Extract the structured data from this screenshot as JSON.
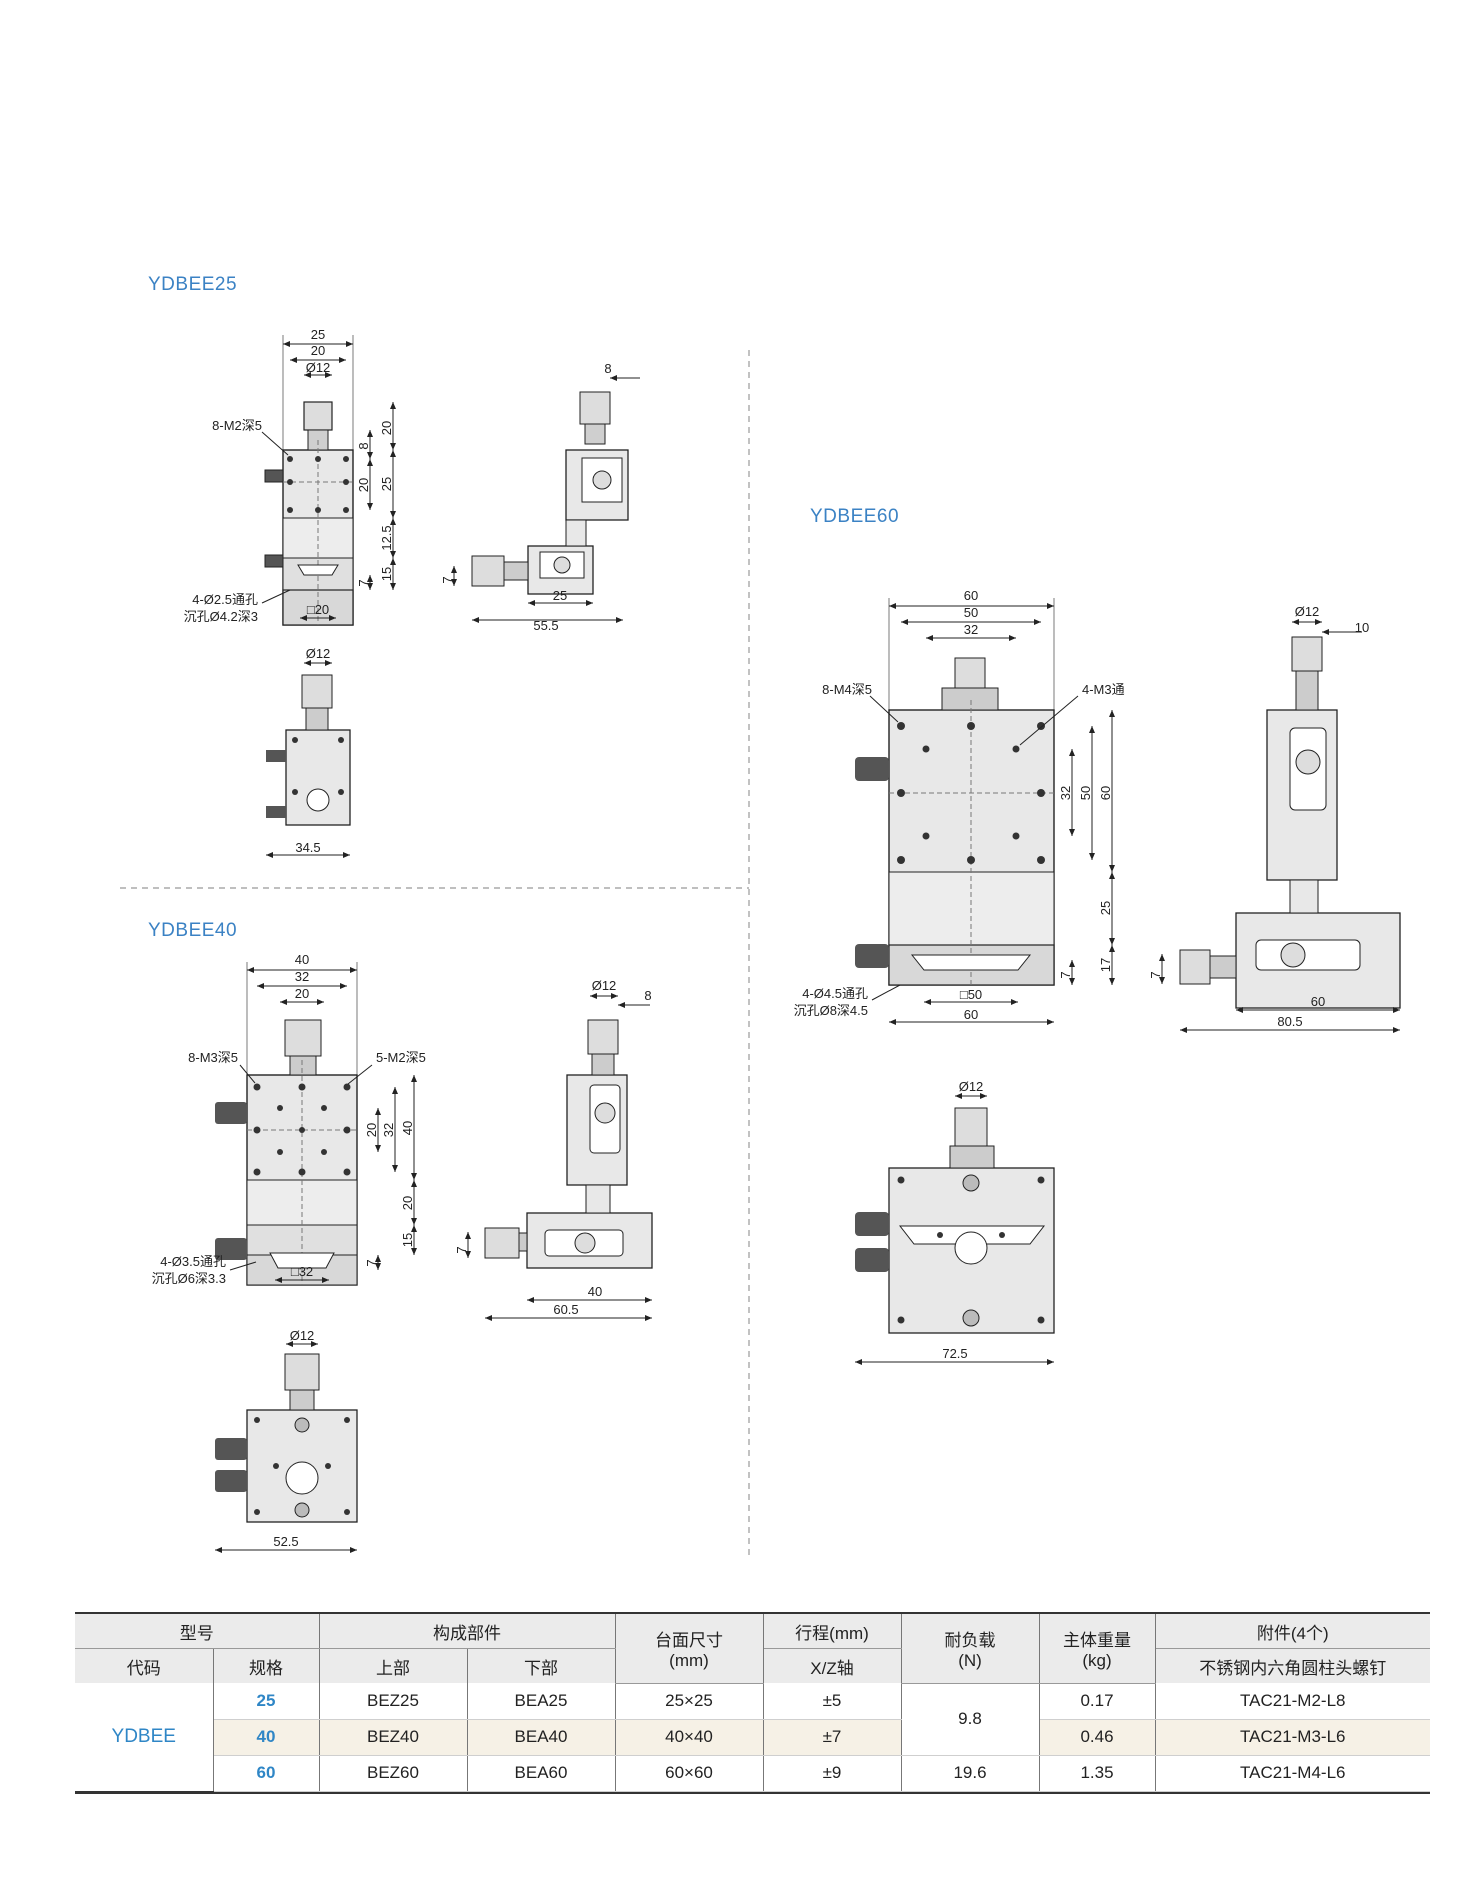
{
  "titles": {
    "ydbee25": "YDBEE25",
    "ydbee40": "YDBEE40",
    "ydbee60": "YDBEE60"
  },
  "ydbee25": {
    "front": {
      "w25": "25",
      "w20": "20",
      "d12": "Ø12",
      "holes": "8-M2深5",
      "v20": "20",
      "v8": "8",
      "v20b": "20",
      "v25": "25",
      "v12_5": "12.5",
      "v15": "15",
      "v7": "7",
      "sq": "□20",
      "thru": "4-Ø2.5通孔",
      "cb": "沉孔Ø4.2深3"
    },
    "side": {
      "w8": "8",
      "h7": "7",
      "w25": "25",
      "w55_5": "55.5"
    },
    "bottom": {
      "d12": "Ø12",
      "w34_5": "34.5"
    }
  },
  "ydbee40": {
    "front": {
      "w40": "40",
      "w32": "32",
      "w20": "20",
      "holes8": "8-M3深5",
      "holes5": "5-M2深5",
      "v20": "20",
      "v32": "32",
      "v40": "40",
      "v20b": "20",
      "v15": "15",
      "v7": "7",
      "sq": "□32",
      "thru": "4-Ø3.5通孔",
      "cb": "沉孔Ø6深3.3"
    },
    "side": {
      "d12": "Ø12",
      "w8": "8",
      "h7": "7",
      "w40": "40",
      "w60_5": "60.5"
    },
    "bottom": {
      "d12": "Ø12",
      "w52_5": "52.5"
    }
  },
  "ydbee60": {
    "front": {
      "w60": "60",
      "w50": "50",
      "w32": "32",
      "holes8": "8-M4深5",
      "holes4": "4-M3通",
      "v32": "32",
      "v50": "50",
      "v60": "60",
      "v25": "25",
      "v17": "17",
      "v7": "7",
      "sq": "□50",
      "w60b": "60",
      "thru": "4-Ø4.5通孔",
      "cb": "沉孔Ø8深4.5"
    },
    "side": {
      "d12": "Ø12",
      "w10": "10",
      "h7": "7",
      "w60": "60",
      "w80_5": "80.5"
    },
    "bottom": {
      "d12": "Ø12",
      "w72_5": "72.5"
    }
  },
  "table": {
    "h_model": "型号",
    "h_parts": "构成部件",
    "h_size": "台面尺寸",
    "h_size_unit": "(mm)",
    "h_stroke": "行程(mm)",
    "h_load": "耐负载",
    "h_load_unit": "(N)",
    "h_weight": "主体重量",
    "h_weight_unit": "(kg)",
    "h_acc": "附件(4个)",
    "h_code": "代码",
    "h_spec": "规格",
    "h_upper": "上部",
    "h_lower": "下部",
    "h_axis": "X/Z轴",
    "h_acc_desc": "不锈钢内六角圆柱头螺钉",
    "code": "YDBEE",
    "load_shared": "9.8",
    "rows": [
      {
        "spec": "25",
        "upper": "BEZ25",
        "lower": "BEA25",
        "size": "25×25",
        "stroke": "±5",
        "weight": "0.17",
        "acc": "TAC21-M2-L8"
      },
      {
        "spec": "40",
        "upper": "BEZ40",
        "lower": "BEA40",
        "size": "40×40",
        "stroke": "±7",
        "weight": "0.46",
        "acc": "TAC21-M3-L6"
      },
      {
        "spec": "60",
        "upper": "BEZ60",
        "lower": "BEA60",
        "size": "60×60",
        "stroke": "±9",
        "load": "19.6",
        "weight": "1.35",
        "acc": "TAC21-M4-L6"
      }
    ]
  }
}
